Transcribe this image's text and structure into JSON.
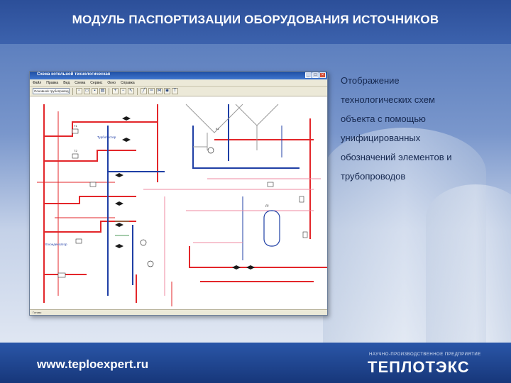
{
  "slide": {
    "title": "МОДУЛЬ ПАСПОРТИЗАЦИИ ОБОРУДОВАНИЯ ИСТОЧНИКОВ",
    "caption_lines": [
      "Отображение",
      "технологических схем",
      "объекта с помощью",
      "унифицированных",
      "обозначений элементов и",
      "трубопроводов"
    ],
    "footer": {
      "url": "www.teploexpert.ru",
      "company_sub": "НАУЧНО-ПРОИЗВОДСТВЕННОЕ ПРЕДПРИЯТИЕ",
      "company": "ТЕПЛОТЭКС"
    }
  },
  "app": {
    "title": "Схема котельной технологическая",
    "menu": [
      "Файл",
      "Правка",
      "Вид",
      "Схема",
      "Сервис",
      "Окно",
      "Справка"
    ],
    "toolbar": {
      "combo_value": "Основной трубопровод",
      "icons": [
        "new-icon",
        "open-icon",
        "save-icon",
        "print-icon",
        "zoom-in-icon",
        "zoom-out-icon",
        "select-icon",
        "line-icon",
        "pipe-icon",
        "valve-icon",
        "pump-icon",
        "text-icon"
      ]
    },
    "canvas_labels": {
      "turbo": "Турбобустер",
      "feed": "В конденсатор",
      "tag1": "Т1",
      "tag2": "Т2",
      "tag3": "К1",
      "tag4": "Д1"
    },
    "status": "Готово"
  },
  "colors": {
    "header": "#2c4f99",
    "pipe_red": "#e3262a",
    "pipe_blue": "#1f3fa5",
    "pipe_pink": "#ef8aa0",
    "pipe_green": "#4c9a5a",
    "pipe_gray": "#9a9a9a"
  }
}
